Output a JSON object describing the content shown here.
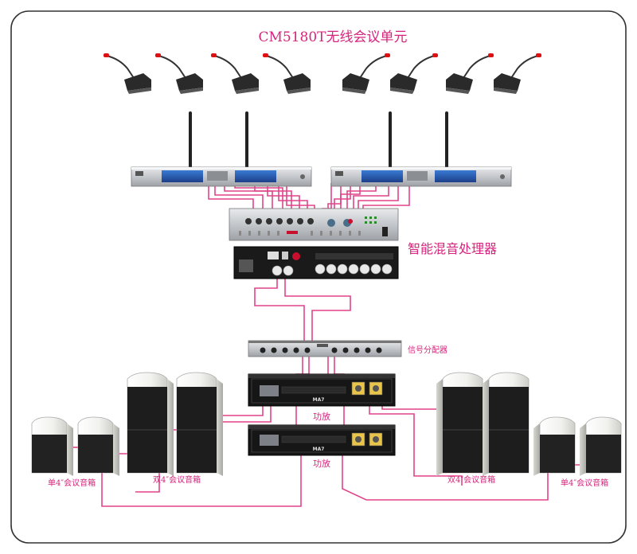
{
  "title": "CM5180T无线会议单元",
  "labels": {
    "processor": "智能混音处理器",
    "splitter": "信号分配器",
    "amp1": "功放",
    "amp2": "功放",
    "left_single": "单4″会议音箱",
    "left_double": "双4″会议音箱",
    "right_double": "双4″会议音箱",
    "right_single": "单4″会议音箱"
  },
  "device_text": {
    "amp_model_1": "MA7",
    "amp_model_2": "MA7"
  },
  "colors": {
    "cable": "#e0448a",
    "title": "#d6247c",
    "frame": "#333333",
    "device_dark": "#1a1a1a",
    "device_silver": "#c9ccd0"
  },
  "counts": {
    "microphones": 8,
    "receivers": 2
  }
}
